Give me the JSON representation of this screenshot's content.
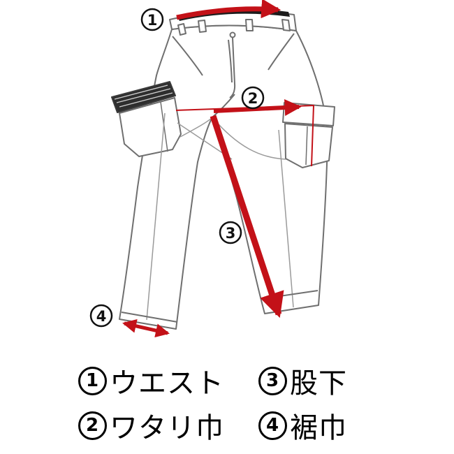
{
  "diagram": {
    "accent_color": "#c31118",
    "outline_color": "#6f6f6f",
    "measurements": [
      {
        "number": "1",
        "label": "ウエスト"
      },
      {
        "number": "2",
        "label": "ワタリ巾"
      },
      {
        "number": "3",
        "label": "股下"
      },
      {
        "number": "4",
        "label": "裾巾"
      }
    ]
  }
}
